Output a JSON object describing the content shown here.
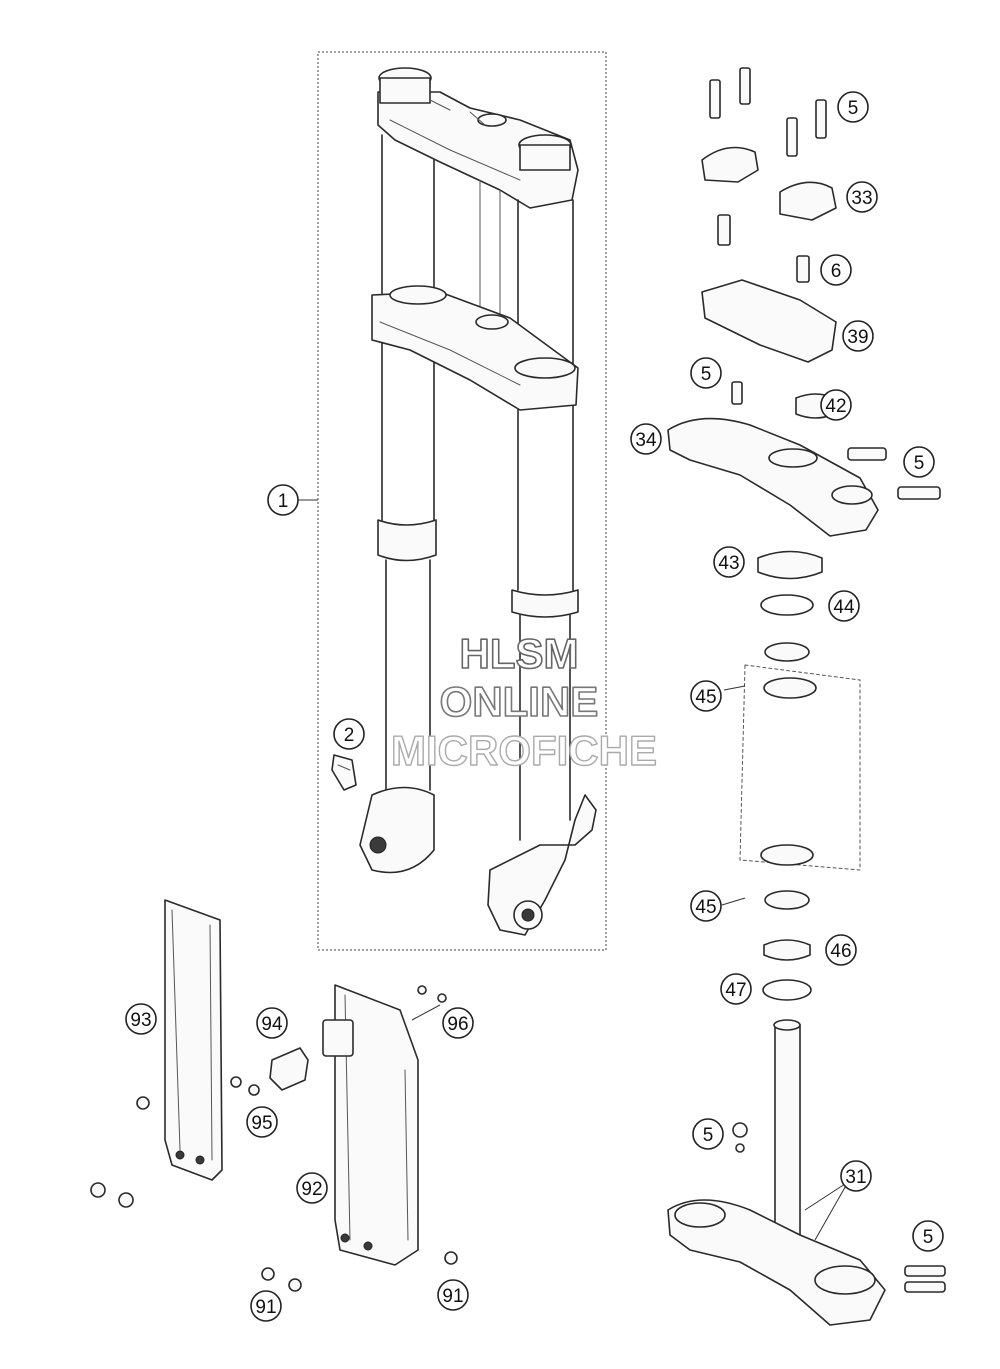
{
  "watermark": {
    "line1": "HLSM",
    "line2": "ONLINE",
    "line3": "MICROFICHE"
  },
  "callouts": [
    {
      "id": "c1",
      "label": "1"
    },
    {
      "id": "c2",
      "label": "2"
    },
    {
      "id": "c5a",
      "label": "5"
    },
    {
      "id": "c33",
      "label": "33"
    },
    {
      "id": "c6",
      "label": "6"
    },
    {
      "id": "c39",
      "label": "39"
    },
    {
      "id": "c5b",
      "label": "5"
    },
    {
      "id": "c42",
      "label": "42"
    },
    {
      "id": "c34",
      "label": "34"
    },
    {
      "id": "c5c",
      "label": "5"
    },
    {
      "id": "c43",
      "label": "43"
    },
    {
      "id": "c44",
      "label": "44"
    },
    {
      "id": "c45a",
      "label": "45"
    },
    {
      "id": "c45b",
      "label": "45"
    },
    {
      "id": "c46",
      "label": "46"
    },
    {
      "id": "c47",
      "label": "47"
    },
    {
      "id": "c93",
      "label": "93"
    },
    {
      "id": "c94",
      "label": "94"
    },
    {
      "id": "c96",
      "label": "96"
    },
    {
      "id": "c95",
      "label": "95"
    },
    {
      "id": "c92",
      "label": "92"
    },
    {
      "id": "c91a",
      "label": "91"
    },
    {
      "id": "c91b",
      "label": "91"
    },
    {
      "id": "c5d",
      "label": "5"
    },
    {
      "id": "c31",
      "label": "31"
    },
    {
      "id": "c5e",
      "label": "5"
    }
  ]
}
